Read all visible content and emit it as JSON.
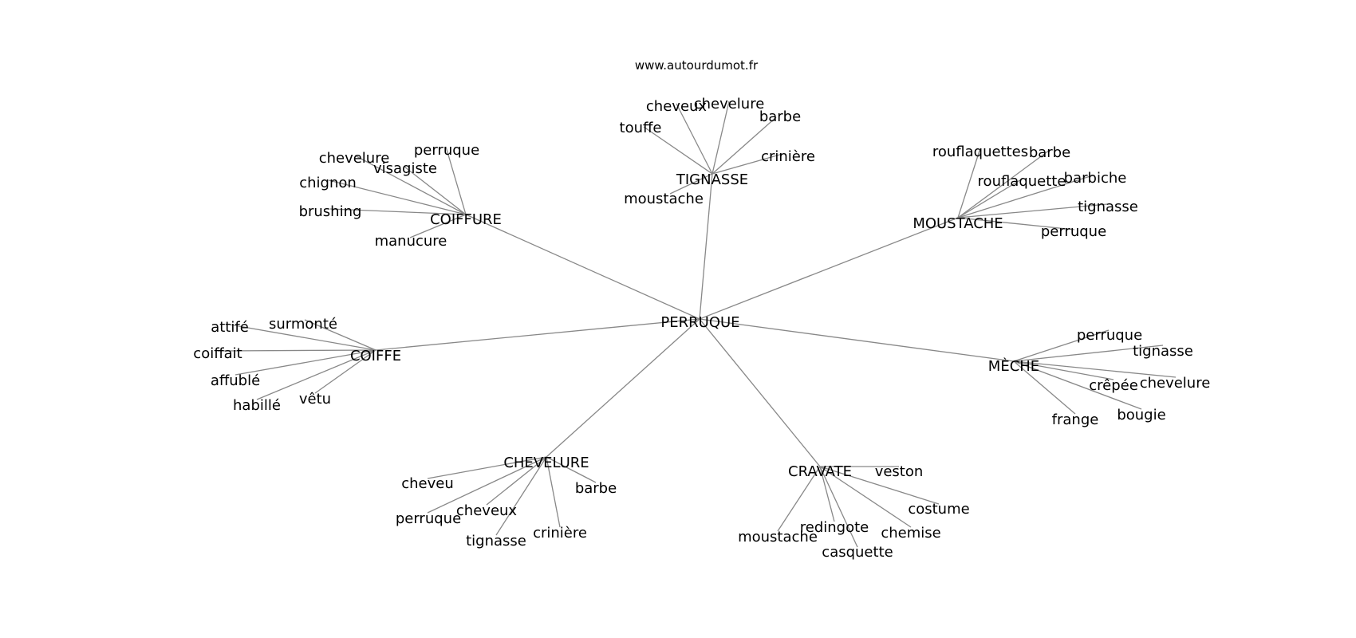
{
  "source": "www.autourdumot.fr",
  "center": "PERRUQUE",
  "clusters": [
    {
      "label": "TIGNASSE",
      "words": [
        "cheveux",
        "chevelure",
        "barbe",
        "touffe",
        "crinière",
        "moustache"
      ]
    },
    {
      "label": "COIFFURE",
      "words": [
        "perruque",
        "chevelure",
        "visagiste",
        "chignon",
        "brushing",
        "manucure"
      ]
    },
    {
      "label": "MOUSTACHE",
      "words": [
        "rouflaquettes",
        "barbe",
        "rouflaquette",
        "barbiche",
        "tignasse",
        "perruque"
      ]
    },
    {
      "label": "COIFFE",
      "words": [
        "surmonté",
        "attifé",
        "coiffait",
        "affublé",
        "habillé",
        "vêtu"
      ]
    },
    {
      "label": "MÈCHE",
      "words": [
        "perruque",
        "tignasse",
        "crêpée",
        "chevelure",
        "bougie",
        "frange"
      ]
    },
    {
      "label": "CHEVELURE",
      "words": [
        "cheveu",
        "barbe",
        "cheveux",
        "perruque",
        "crinière",
        "tignasse"
      ]
    },
    {
      "label": "CRAVATE",
      "words": [
        "veston",
        "costume",
        "redingote",
        "chemise",
        "moustache",
        "casquette"
      ]
    }
  ]
}
